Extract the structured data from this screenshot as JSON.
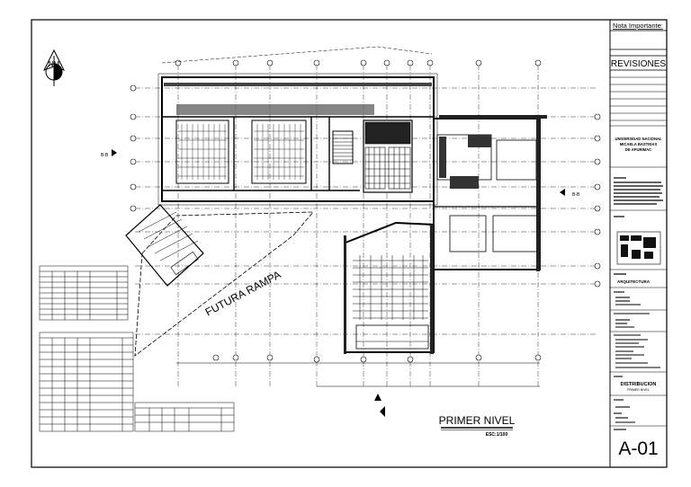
{
  "title_block": {
    "note_label": "Nota Importante:",
    "revisions_label": "REVISIONES",
    "institution_lines": [
      "UNIVERSIDAD NACIONAL",
      "MICAELA BASTIDAS",
      "DE APURIMAC"
    ],
    "specialty": "ARQUITECTURA",
    "sheet_title": "DISTRIBUCION",
    "sheet_subtitle": "PRIMER NIVEL",
    "sheet_number": "A-01"
  },
  "plan": {
    "title": "PRIMER NIVEL",
    "scale": "ESC:1/100",
    "ramp_label": "FUTURA RAMPA",
    "north_label": "NM",
    "section_marks": [
      "B-B",
      "B-B"
    ]
  },
  "colors": {
    "line": "#000000",
    "fill_dark": "#111111",
    "hatch": "#444444"
  }
}
